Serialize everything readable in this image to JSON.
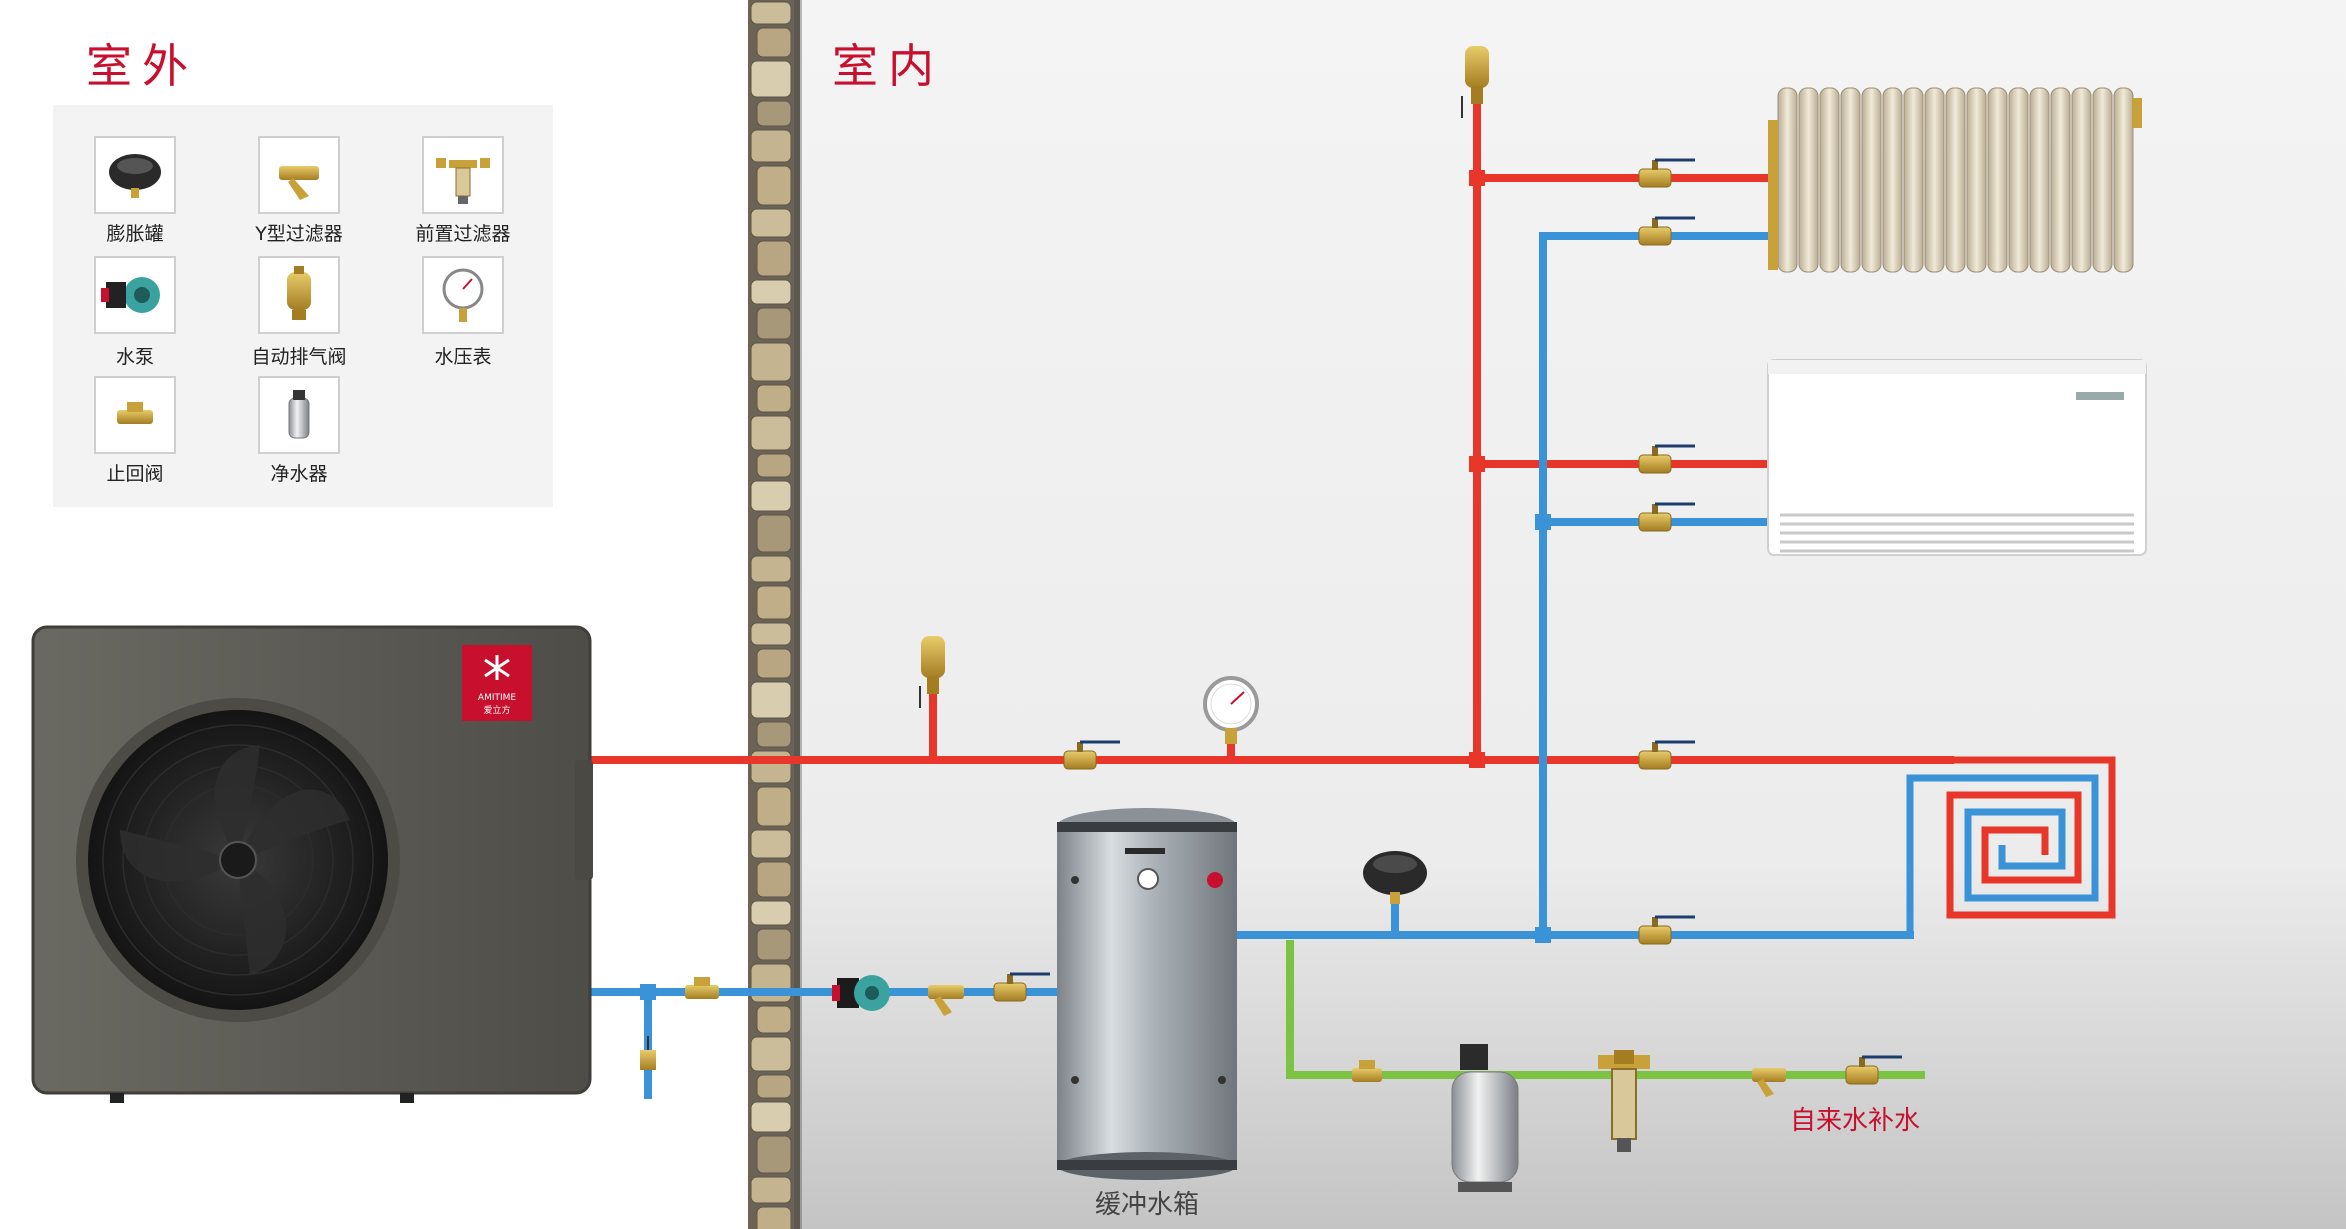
{
  "labels": {
    "outdoor": "室外",
    "indoor": "室内",
    "buffer_tank": "缓冲水箱",
    "tap_water": "自来水补水"
  },
  "brand": {
    "logo_text_1": "AMITIME",
    "logo_text_2": "爱立方"
  },
  "legend": {
    "items": [
      {
        "label": "膨胀罐",
        "icon": "expansion-tank-icon"
      },
      {
        "label": "Y型过滤器",
        "icon": "y-strainer-icon"
      },
      {
        "label": "前置过滤器",
        "icon": "pre-filter-icon"
      },
      {
        "label": "水泵",
        "icon": "water-pump-icon"
      },
      {
        "label": "自动排气阀",
        "icon": "air-vent-valve-icon"
      },
      {
        "label": "水压表",
        "icon": "pressure-gauge-icon"
      },
      {
        "label": "止回阀",
        "icon": "check-valve-icon"
      },
      {
        "label": "净水器",
        "icon": "water-purifier-icon"
      }
    ]
  },
  "colors": {
    "hot_pipe": "#e8372a",
    "cold_pipe": "#3a93d6",
    "supply_pipe": "#7cc243",
    "accent_red": "#c8102e",
    "brass": "#c9a13a",
    "unit_body": "#5f5e58"
  }
}
